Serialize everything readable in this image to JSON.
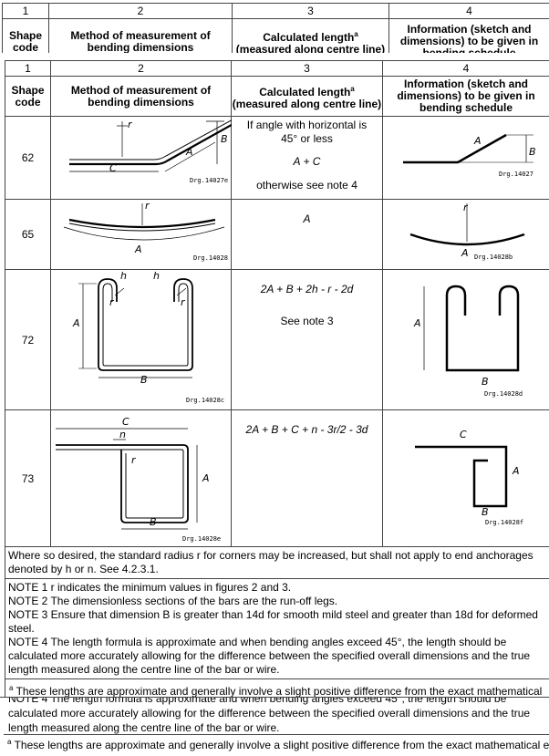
{
  "header": {
    "col_numbers": [
      "1",
      "2",
      "3",
      "4"
    ],
    "shape_code": "Shape code",
    "method": "Method of measurement of bending dimensions",
    "calc_length": "Calculated length",
    "calc_length_sup": "a",
    "calc_length_sub": "(measured along centre line)",
    "info": "Information (sketch and dimensions) to be given in bending schedule"
  },
  "rows": [
    {
      "code": "62",
      "calc": [
        "If angle with horizontal is 45° or less",
        "A + C",
        "otherwise see note 4"
      ],
      "drg_left": "Drg.14027e",
      "drg_right": "Drg.14027"
    },
    {
      "code": "65",
      "calc": [
        "A"
      ],
      "drg_left": "Drg.14028",
      "drg_right": "Drg.14028b"
    },
    {
      "code": "72",
      "calc": [
        "2A + B + 2h - r - 2d",
        "See note 3"
      ],
      "drg_left": "Drg.14028c",
      "drg_right": "Drg.14028d"
    },
    {
      "code": "73",
      "calc": [
        "2A + B + C + n - 3r/2 - 3d"
      ],
      "drg_left": "Drg.14028e",
      "drg_right": "Drg.14028f"
    }
  ],
  "labels": {
    "A": "A",
    "B": "B",
    "C": "C",
    "r": "r",
    "h": "h",
    "n": "n"
  },
  "remark": "Where so desired, the standard radius r for corners may be increased, but shall not apply to end anchorages denoted by h or n. See 4.2.3.1.",
  "notes": [
    "NOTE 1   r indicates the minimum values in figures 2 and 3.",
    "NOTE 2   The dimensionless sections of the bars are the run-off legs.",
    "NOTE 3   Ensure that dimension B is greater than 14d for smooth mild steel and greater than 18d for deformed steel.",
    "NOTE 4   The length formula is approximate and when bending angles exceed 45°, the length should be calculated more accurately allowing for the difference between the specified overall dimensions and the true length measured along the centre line of the bar or wire."
  ],
  "footnote_mark": "a",
  "footnote": "These lengths are approximate and generally involve a slight positive difference from the exact mathematical expressions.",
  "fragment_bottom": {
    "line1": "NOTE 4  The length formula is approximate and when bending angles exceed 45°, the length should be",
    "line2": "calculated more accurately allowing for the difference between the specified overall dimensions and the true",
    "line3": "length measured along the centre line of the bar or wire.",
    "footnote": "These lengths are approximate and generally involve a slight positive difference from the exact mathematical expressions."
  }
}
